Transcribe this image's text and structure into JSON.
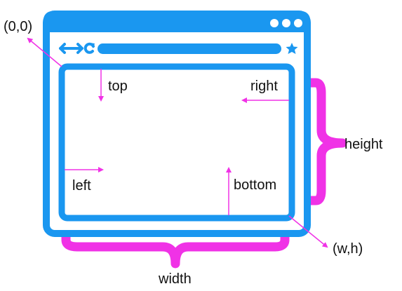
{
  "labels": {
    "origin": "(0,0)",
    "top": "top",
    "right": "right",
    "left": "left",
    "bottom": "bottom",
    "height": "height",
    "corner": "(w,h)",
    "width": "width"
  },
  "icons": {
    "window_controls": "three-dots-icon",
    "back": "arrow-left-icon",
    "forward": "arrow-right-icon",
    "reload": "reload-icon",
    "bookmark": "star-icon"
  },
  "colors": {
    "browser": "#1a97f0",
    "annotation": "#f032e6",
    "text": "#111111",
    "background": "#ffffff"
  }
}
